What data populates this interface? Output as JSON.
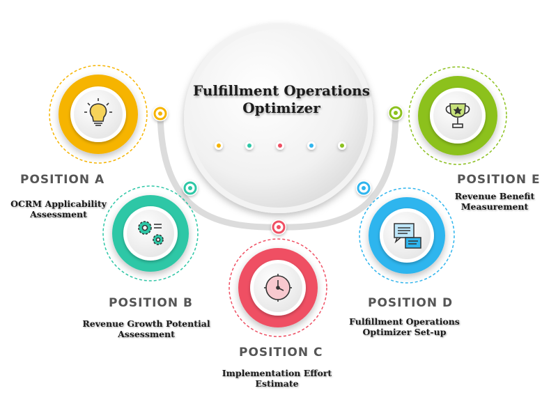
{
  "center": {
    "title_line1": "Fulfillment Operations",
    "title_line2": "Optimizer"
  },
  "positions": [
    {
      "label": "POSITION A",
      "desc_line1": "OCRM Applicability",
      "desc_line2": "Assessment",
      "color": "#f6b400",
      "icon": "lightbulb-icon"
    },
    {
      "label": "POSITION B",
      "desc_line1": "Revenue Growth Potential",
      "desc_line2": "Assessment",
      "color": "#2ec7a6",
      "icon": "gears-icon"
    },
    {
      "label": "POSITION C",
      "desc_line1": "Implementation Effort",
      "desc_line2": "Estimate",
      "color": "#ef4f63",
      "icon": "clock-icon"
    },
    {
      "label": "POSITION D",
      "desc_line1": "Fulfillment Operations",
      "desc_line2": "Optimizer Set-up",
      "color": "#2fb5ee",
      "icon": "chat-icon"
    },
    {
      "label": "POSITION E",
      "desc_line1": "Revenue Benefit",
      "desc_line2": "Measurement",
      "color": "#8cc11f",
      "icon": "trophy-icon"
    }
  ]
}
